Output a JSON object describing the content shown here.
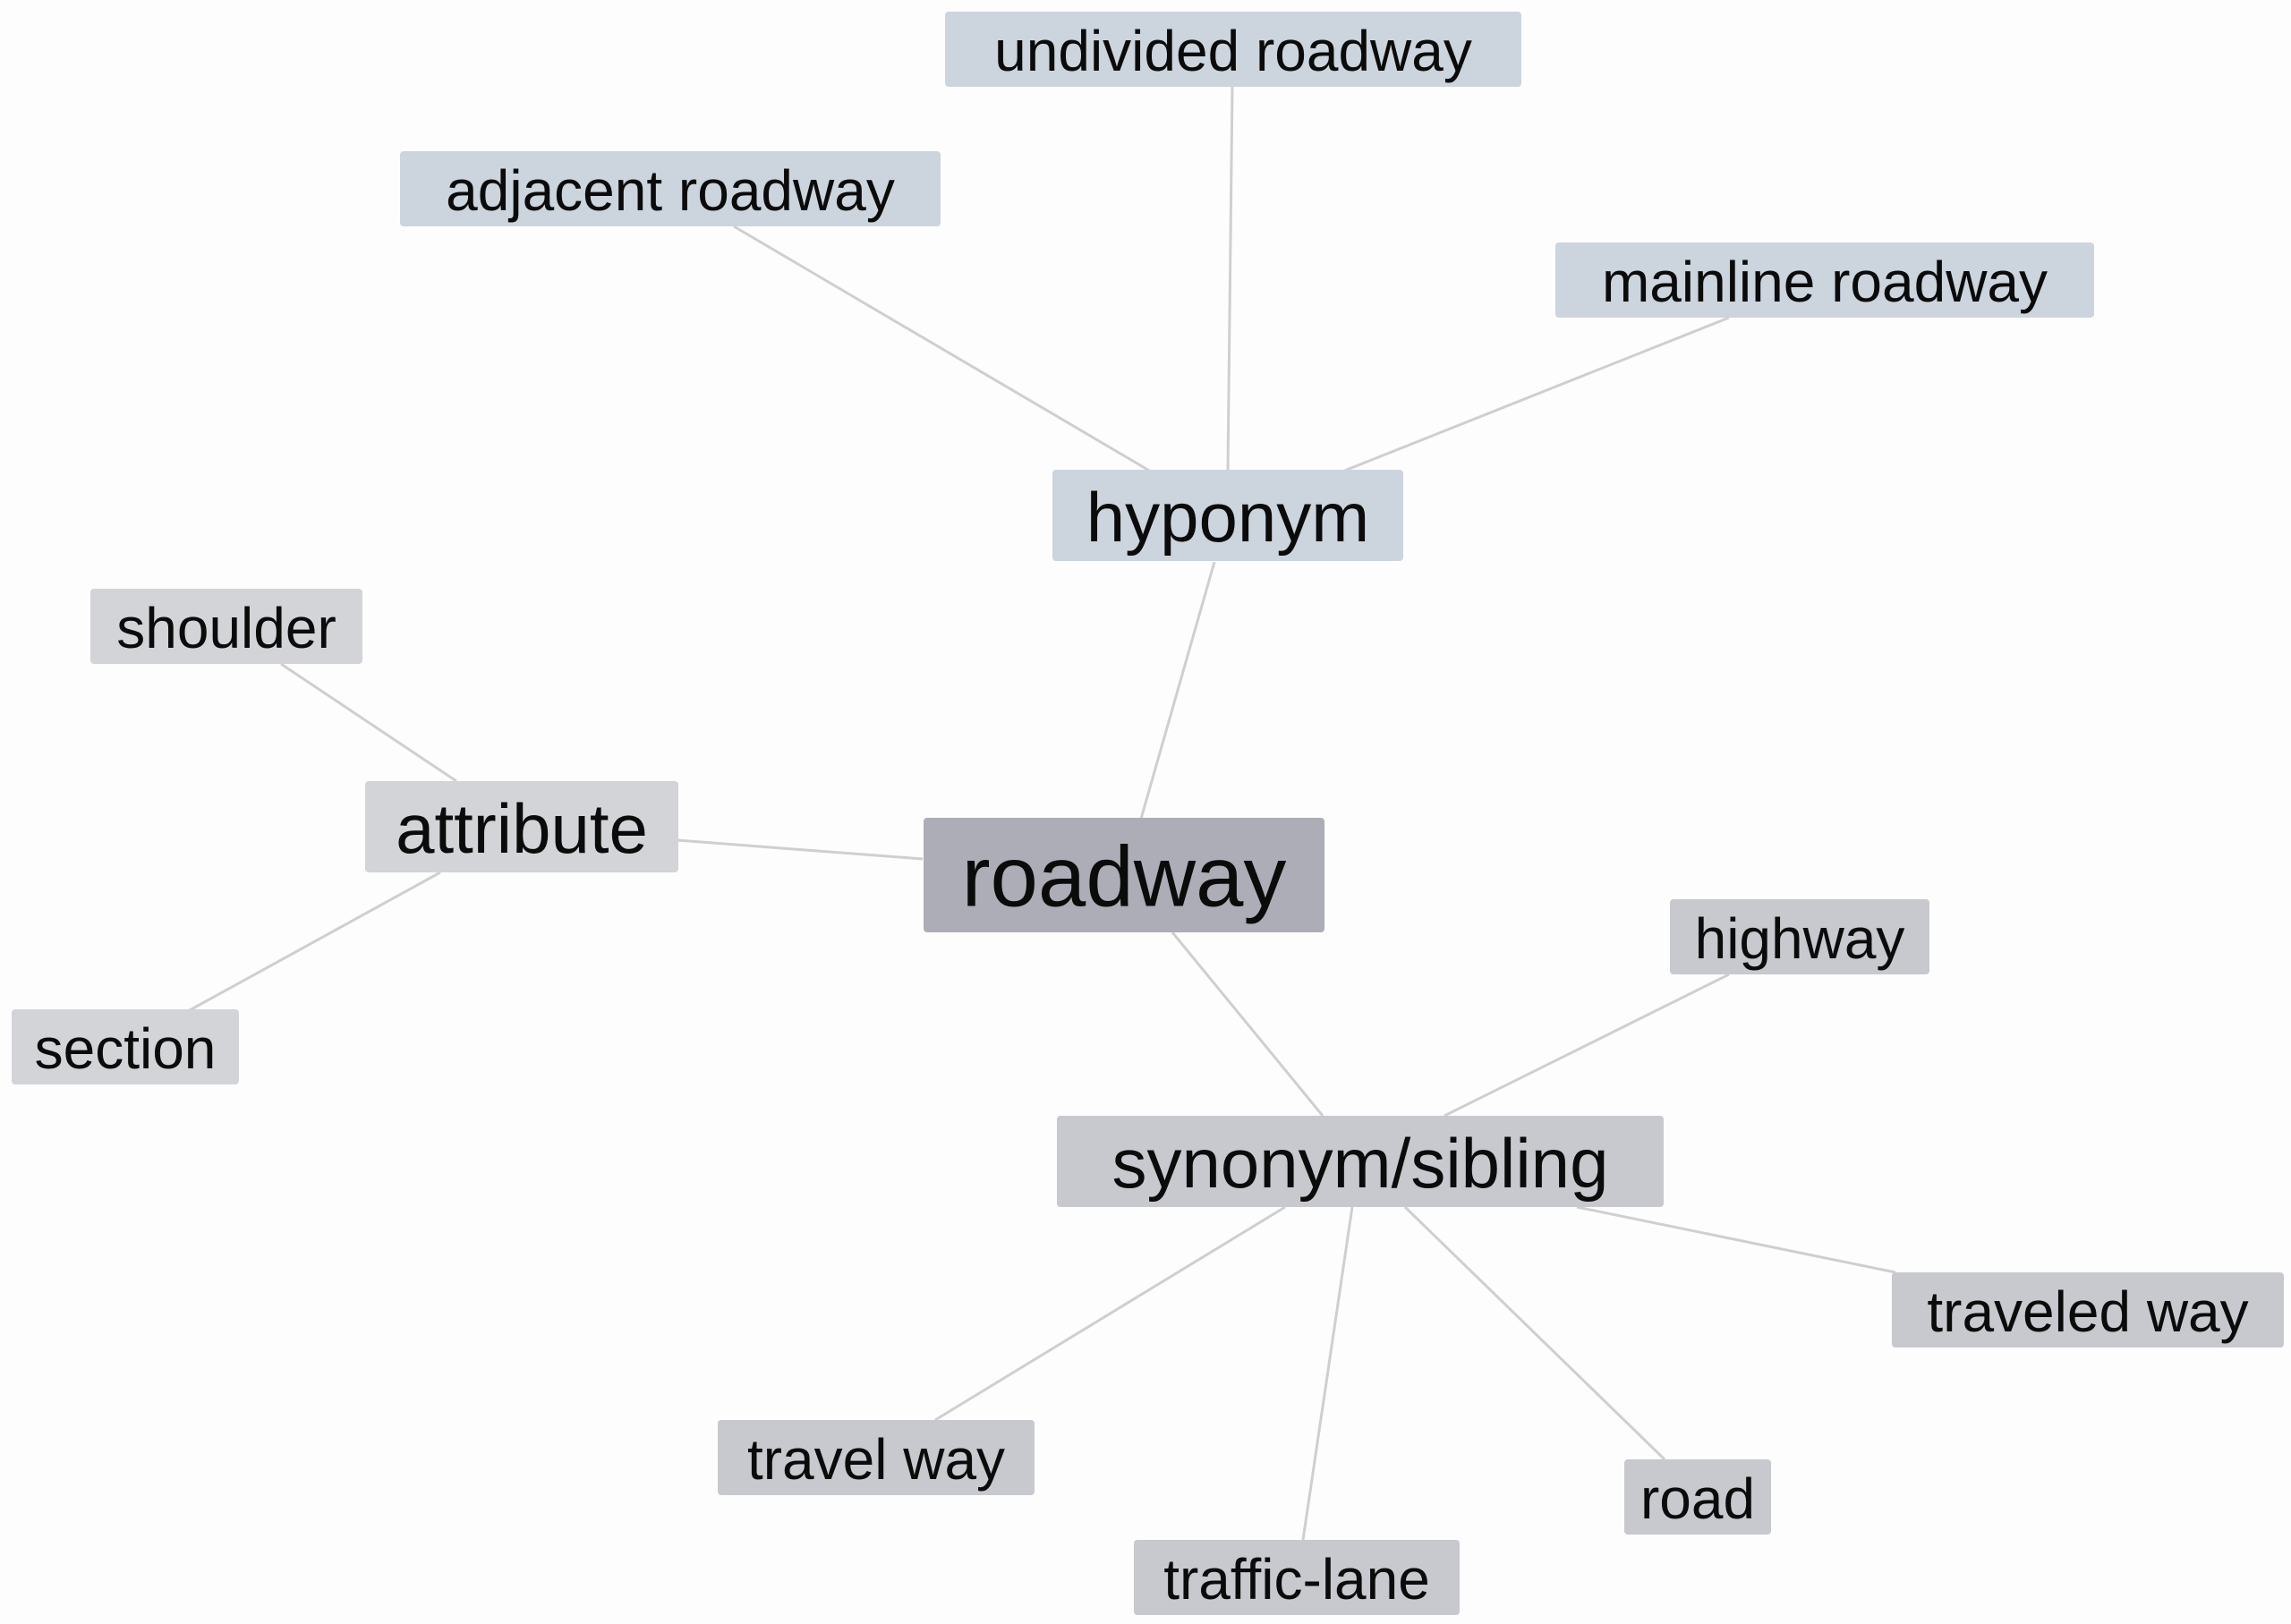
{
  "root": {
    "id": "roadway",
    "label": "roadway",
    "color": "#acadb6"
  },
  "categories": [
    {
      "id": "hyponym",
      "label": "hyponym",
      "color": "#ccd4de"
    },
    {
      "id": "attribute",
      "label": "attribute",
      "color": "#d2d4d8"
    },
    {
      "id": "synonym_sibling",
      "label": "synonym/sibling",
      "color": "#c7c9ce"
    }
  ],
  "terms": [
    {
      "id": "undivided_roadway",
      "label": "undivided roadway",
      "category": "hyponym",
      "color": "#ccd4de"
    },
    {
      "id": "adjacent_roadway",
      "label": "adjacent roadway",
      "category": "hyponym",
      "color": "#ccd4de"
    },
    {
      "id": "mainline_roadway",
      "label": "mainline roadway",
      "category": "hyponym",
      "color": "#ccd4de"
    },
    {
      "id": "shoulder",
      "label": "shoulder",
      "category": "attribute",
      "color": "#d2d4d8"
    },
    {
      "id": "section",
      "label": "section",
      "category": "attribute",
      "color": "#d2d4d8"
    },
    {
      "id": "highway",
      "label": "highway",
      "category": "synonym_sibling",
      "color": "#c7c9ce"
    },
    {
      "id": "traveled_way",
      "label": "traveled way",
      "category": "synonym_sibling",
      "color": "#c7c9ce"
    },
    {
      "id": "travel_way",
      "label": "travel way",
      "category": "synonym_sibling",
      "color": "#c7c9ce"
    },
    {
      "id": "road",
      "label": "road",
      "category": "synonym_sibling",
      "color": "#c7c9ce"
    },
    {
      "id": "traffic_lane",
      "label": "traffic-lane",
      "category": "synonym_sibling",
      "color": "#c7c9ce"
    }
  ],
  "edge_color": "#cfcfcf"
}
